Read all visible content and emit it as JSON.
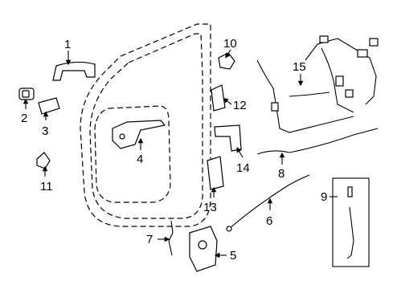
{
  "diagram": {
    "labels": {
      "p1": "1",
      "p2": "2",
      "p3": "3",
      "p4": "4",
      "p5": "5",
      "p6": "6",
      "p7": "7",
      "p8": "8",
      "p9": "9",
      "p10": "10",
      "p11": "11",
      "p12": "12",
      "p13": "13",
      "p14": "14",
      "p15": "15"
    }
  }
}
